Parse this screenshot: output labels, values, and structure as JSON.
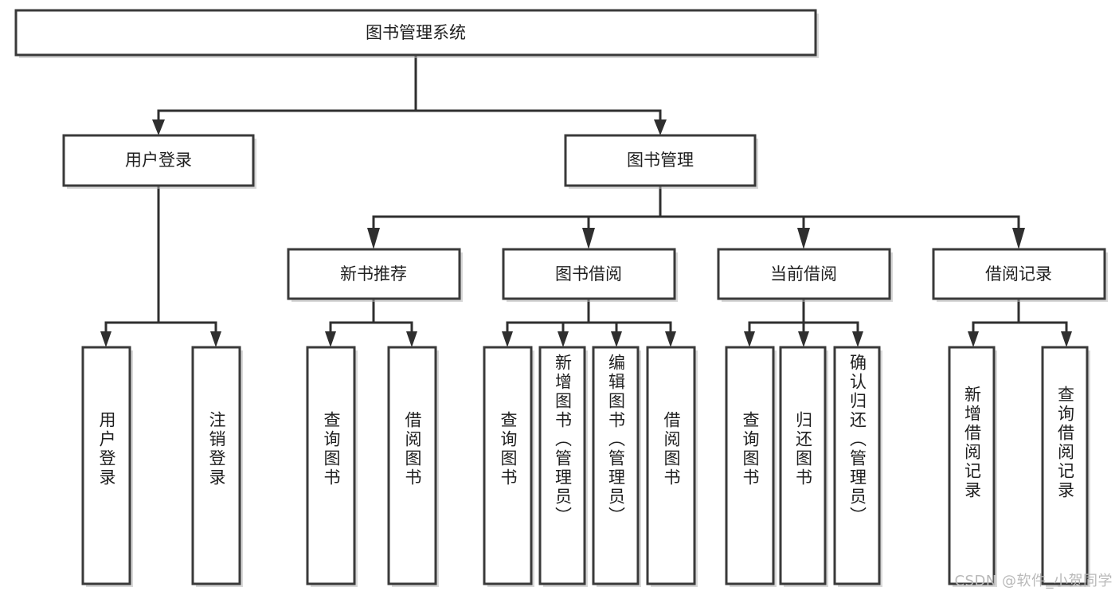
{
  "diagram": {
    "title": "图书管理系统",
    "type": "hierarchy-tree",
    "root": {
      "id": "root",
      "label": "图书管理系统",
      "level": 1
    },
    "level2": [
      {
        "id": "user-login",
        "label": "用户登录",
        "level": 2
      },
      {
        "id": "book-management",
        "label": "图书管理",
        "level": 2
      }
    ],
    "level3": [
      {
        "id": "new-book-recommend",
        "label": "新书推荐",
        "level": 3,
        "parent": "book-management"
      },
      {
        "id": "book-borrow",
        "label": "图书借阅",
        "level": 3,
        "parent": "book-management"
      },
      {
        "id": "current-borrow",
        "label": "当前借阅",
        "level": 3,
        "parent": "book-management"
      },
      {
        "id": "borrow-record",
        "label": "借阅记录",
        "level": 3,
        "parent": "book-management"
      }
    ],
    "leaves": [
      {
        "id": "leaf-user-login",
        "label": "用户登录",
        "parent": "user-login"
      },
      {
        "id": "leaf-user-logout",
        "label": "注销登录",
        "parent": "user-login"
      },
      {
        "id": "leaf-query-book-1",
        "label": "查询图书",
        "parent": "new-book-recommend"
      },
      {
        "id": "leaf-borrow-book-1",
        "label": "借阅图书",
        "parent": "new-book-recommend"
      },
      {
        "id": "leaf-query-book-2",
        "label": "查询图书",
        "parent": "book-borrow"
      },
      {
        "id": "leaf-add-book",
        "label": "新增图书（管理员）",
        "parent": "book-borrow"
      },
      {
        "id": "leaf-edit-book",
        "label": "编辑图书（管理员）",
        "parent": "book-borrow"
      },
      {
        "id": "leaf-borrow-book-2",
        "label": "借阅图书",
        "parent": "book-borrow"
      },
      {
        "id": "leaf-query-book-3",
        "label": "查询图书",
        "parent": "current-borrow"
      },
      {
        "id": "leaf-return-book",
        "label": "归还图书",
        "parent": "current-borrow"
      },
      {
        "id": "leaf-confirm-return",
        "label": "确认归还（管理员）",
        "parent": "current-borrow"
      },
      {
        "id": "leaf-add-record",
        "label": "新增借阅记录",
        "parent": "borrow-record"
      },
      {
        "id": "leaf-query-record",
        "label": "查询借阅记录",
        "parent": "borrow-record"
      }
    ],
    "colors": {
      "box_border": "#3a3a3a",
      "connector": "#2f2f2f",
      "background": "#ffffff",
      "text": "#1f1f1f",
      "watermark": "#b9b9b9"
    }
  },
  "watermark": {
    "text": "CSDN @软件_小贺同学"
  }
}
